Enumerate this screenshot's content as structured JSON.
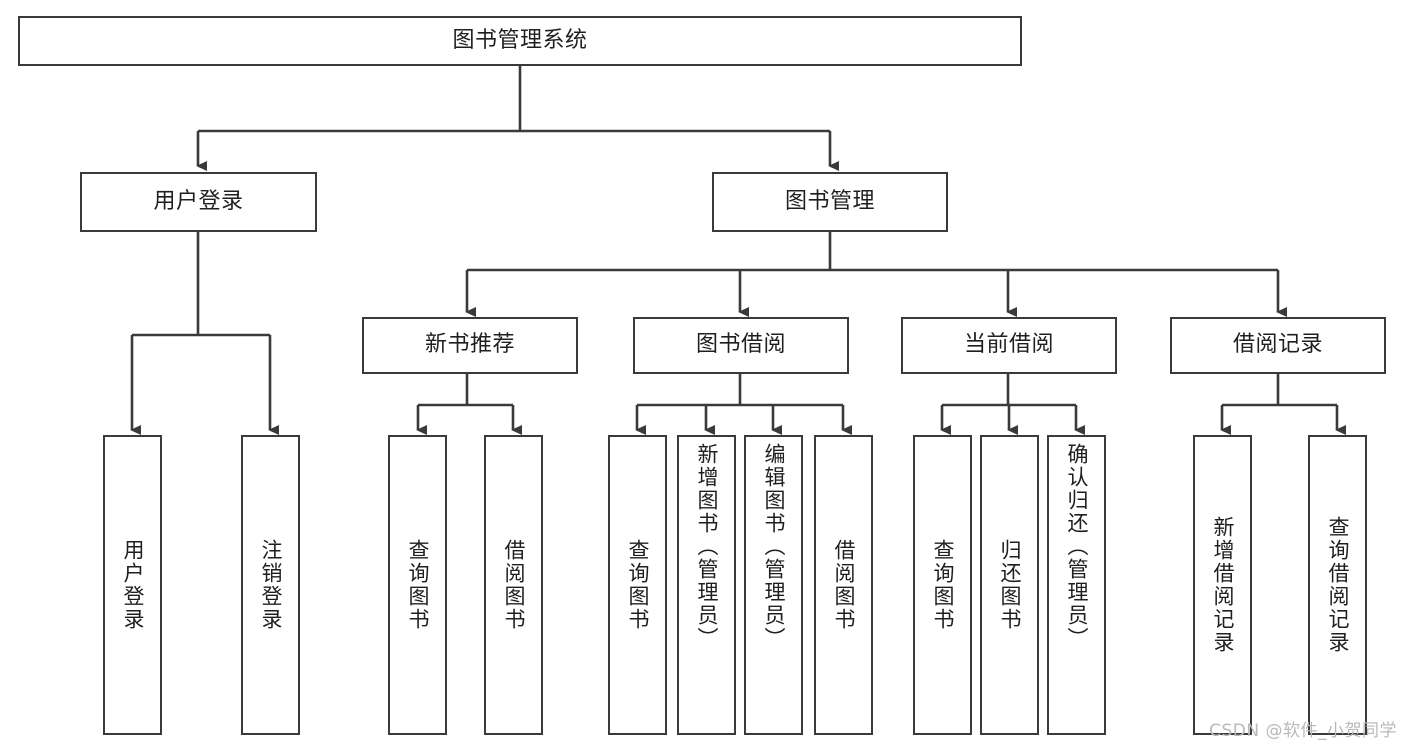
{
  "diagram": {
    "title": "图书管理系统",
    "type": "功能结构图",
    "root": {
      "label": "图书管理系统",
      "children": [
        {
          "label": "用户登录",
          "children": [
            {
              "label": "用户登录"
            },
            {
              "label": "注销登录"
            }
          ]
        },
        {
          "label": "图书管理",
          "children": [
            {
              "label": "新书推荐",
              "children": [
                {
                  "label": "查询图书"
                },
                {
                  "label": "借阅图书"
                }
              ]
            },
            {
              "label": "图书借阅",
              "children": [
                {
                  "label": "查询图书"
                },
                {
                  "label": "新增图书（管理员）"
                },
                {
                  "label": "编辑图书（管理员）"
                },
                {
                  "label": "借阅图书"
                }
              ]
            },
            {
              "label": "当前借阅",
              "children": [
                {
                  "label": "查询图书"
                },
                {
                  "label": "归还图书"
                },
                {
                  "label": "确认归还（管理员）"
                }
              ]
            },
            {
              "label": "借阅记录",
              "children": [
                {
                  "label": "新增借阅记录"
                },
                {
                  "label": "查询借阅记录"
                }
              ]
            }
          ]
        }
      ]
    }
  },
  "nodes": {
    "root": "图书管理系统",
    "user_login": "用户登录",
    "book_manage": "图书管理",
    "new_book_rec": "新书推荐",
    "book_borrow": "图书借阅",
    "current_borrow": "当前借阅",
    "borrow_record": "借阅记录",
    "leaf_user_login": "用户登录",
    "leaf_user_logout": "注销登录",
    "leaf_rec_query": "查询图书",
    "leaf_rec_borrow": "借阅图书",
    "leaf_bb_query": "查询图书",
    "leaf_bb_add": "新增图书（管理员）",
    "leaf_bb_edit": "编辑图书（管理员）",
    "leaf_bb_borrow": "借阅图书",
    "leaf_cb_query": "查询图书",
    "leaf_cb_return": "归还图书",
    "leaf_cb_confirm": "确认归还（管理员）",
    "leaf_br_add": "新增借阅记录",
    "leaf_br_query": "查询借阅记录"
  },
  "watermark": {
    "text": "CSDN @软件_小贺同学"
  },
  "colors": {
    "stroke": "#3a3a3a",
    "fill": "#ffffff",
    "text": "#1f1f1f",
    "watermark": "#b9b9b9"
  }
}
